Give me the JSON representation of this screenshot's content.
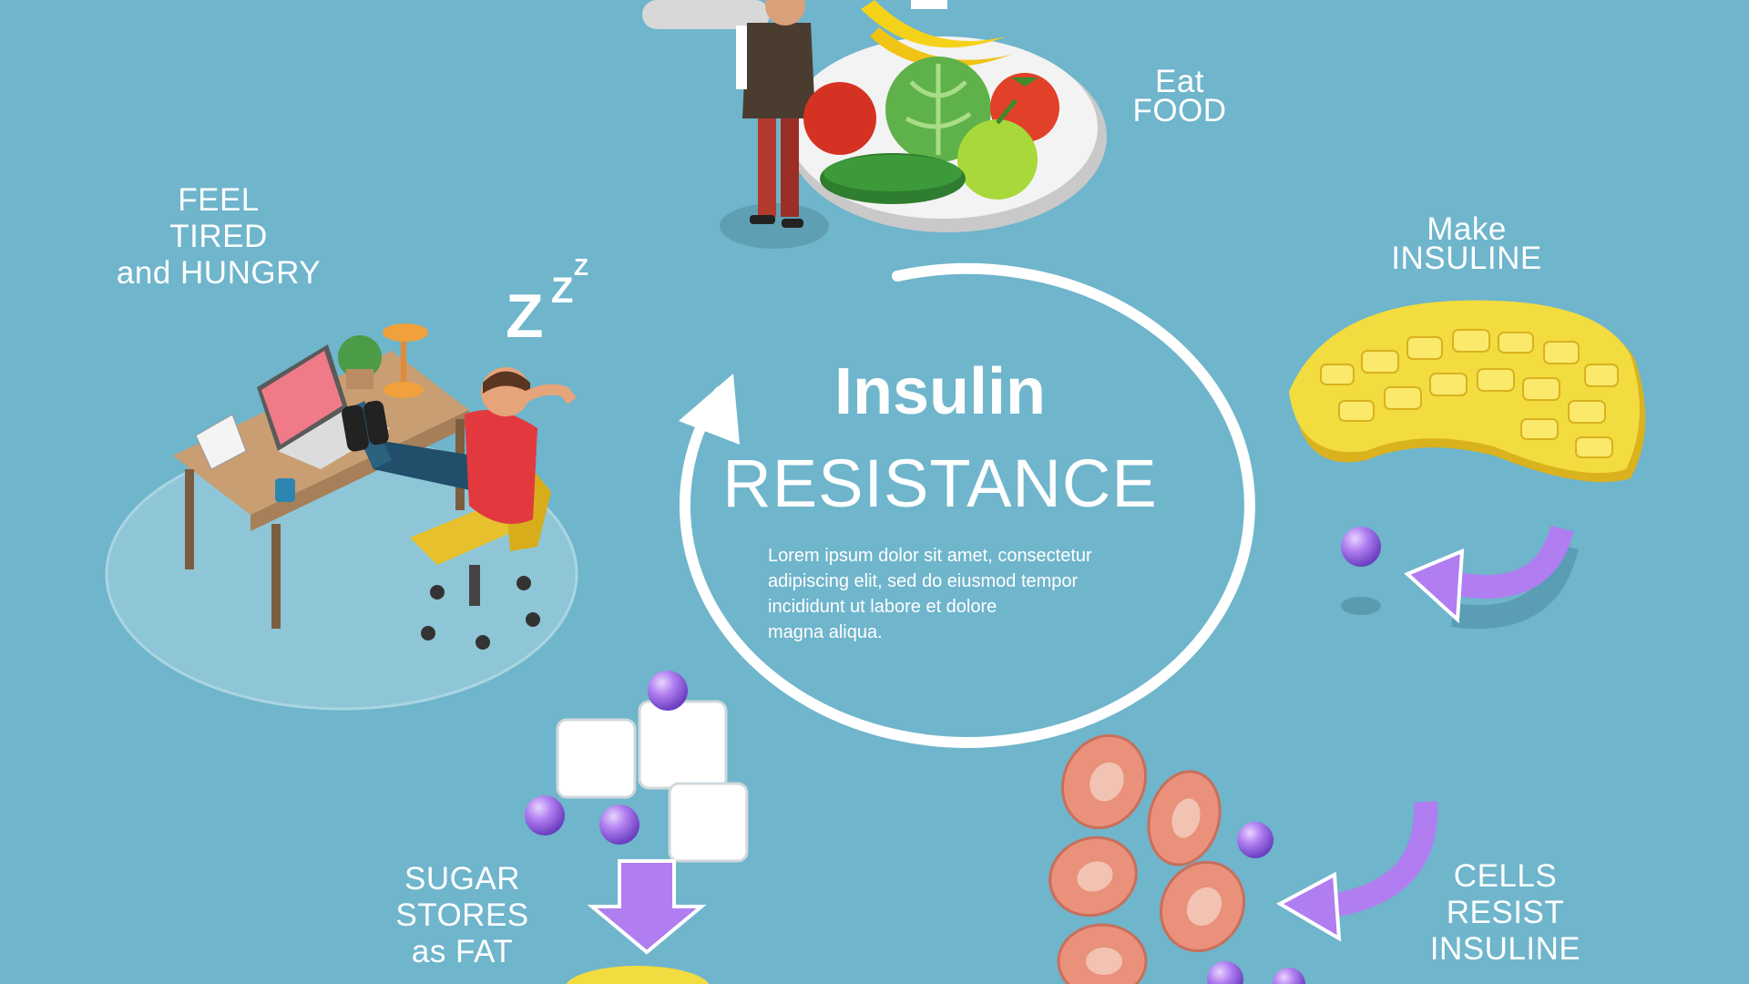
{
  "center": {
    "title": "Insulin",
    "subtitle": "RESISTANCE",
    "description_lines": [
      "Lorem ipsum dolor sit amet, consectetur",
      "adipiscing elit, sed do eiusmod tempor",
      "incididunt ut labore et dolore",
      "magna aliqua."
    ]
  },
  "steps": {
    "eat_food": [
      "Eat",
      "FOOD"
    ],
    "make_insuline": [
      "Make",
      "INSULINE"
    ],
    "cells_resist": [
      "CELLS",
      "RESIST",
      "INSULINE"
    ],
    "sugar_stores": [
      "SUGAR",
      "STORES",
      "as FAT"
    ],
    "feel_tired": [
      "FEEL",
      "TIRED",
      "and HUNGRY"
    ]
  },
  "sleep_text": [
    "Z",
    "Z",
    "Z"
  ],
  "colors": {
    "background": "#6fb5cc",
    "arrow_purple": "#b07ef0",
    "pancreas_yellow": "#f2dc3f",
    "cell_salmon": "#e9917a",
    "ring_white": "#ffffff"
  },
  "icons": [
    "person-with-food-plate-icon",
    "pancreas-icon",
    "insulin-molecule-icon",
    "fat-cells-icon",
    "sugar-cubes-icon",
    "tired-person-at-desk-icon",
    "cycle-arrow-icon"
  ]
}
